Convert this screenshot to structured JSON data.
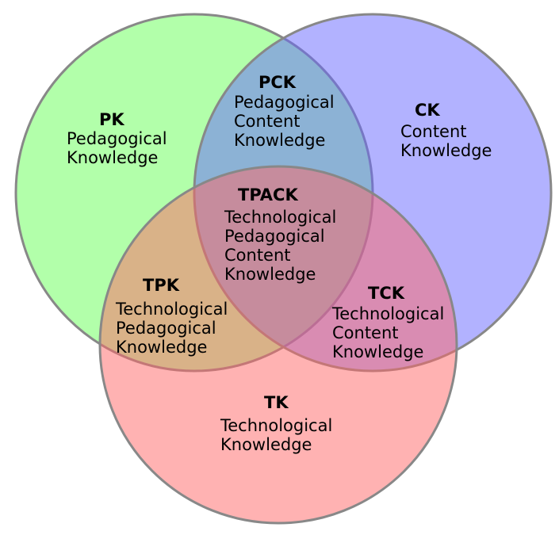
{
  "sets": [
    {
      "key": "PK",
      "color": "#66ff55",
      "description": [
        "Pedagogical",
        "Knowledge"
      ]
    },
    {
      "key": "CK",
      "color": "#6666ff",
      "description": [
        "Content",
        "Knowledge"
      ]
    },
    {
      "key": "TK",
      "color": "#ff6666",
      "description": [
        "Technological",
        "Knowledge"
      ]
    }
  ],
  "regions": {
    "pk": {
      "abbr": "PK",
      "lines": [
        "Pedagogical",
        "Knowledge"
      ]
    },
    "ck": {
      "abbr": "CK",
      "lines": [
        "Content",
        "Knowledge"
      ]
    },
    "tk": {
      "abbr": "TK",
      "lines": [
        "Technological",
        "Knowledge"
      ]
    },
    "pck": {
      "abbr": "PCK",
      "lines": [
        "Pedagogical",
        "Content",
        "Knowledge"
      ]
    },
    "tpk": {
      "abbr": "TPK",
      "lines": [
        "Technological",
        "Pedagogical",
        "Knowledge"
      ]
    },
    "tck": {
      "abbr": "TCK",
      "lines": [
        "Technological",
        "Content",
        "Knowledge"
      ]
    },
    "tpack": {
      "abbr": "TPACK",
      "lines": [
        "Technological",
        "Pedagogical",
        "Content",
        "Knowledge"
      ]
    }
  },
  "colors": {
    "text_pk": "#003300",
    "text_ck": "#000033",
    "text_tk": "#330000",
    "outline": "#888888"
  }
}
